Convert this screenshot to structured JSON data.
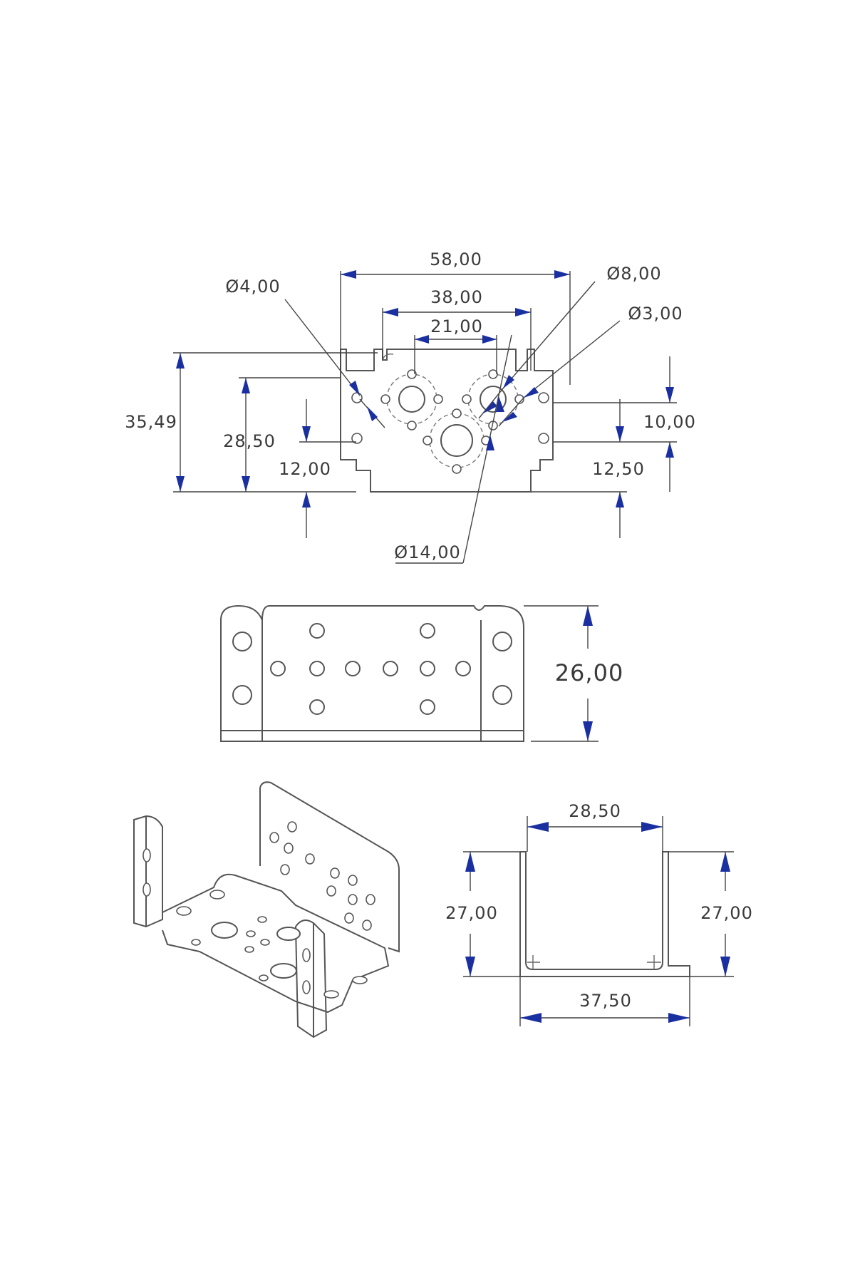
{
  "views": {
    "top": {
      "width_overall": "58,00",
      "width_mid": "38,00",
      "width_inner": "21,00",
      "height_overall": "35,49",
      "height_mid": "28,50",
      "height_left": "12,00",
      "height_right_top": "10,00",
      "height_right_bottom": "12,50",
      "hole_d4": "Ø4,00",
      "hole_d8": "Ø8,00",
      "hole_d3": "Ø3,00",
      "hole_d14": "Ø14,00"
    },
    "side": {
      "height": "26,00"
    },
    "front": {
      "inner_width": "28,50",
      "height_left": "27,00",
      "height_right": "27,00",
      "outer_width": "37,50"
    }
  },
  "colors": {
    "arrow": "#1a2fa0",
    "line": "#555555",
    "text": "#3a3a3a"
  }
}
